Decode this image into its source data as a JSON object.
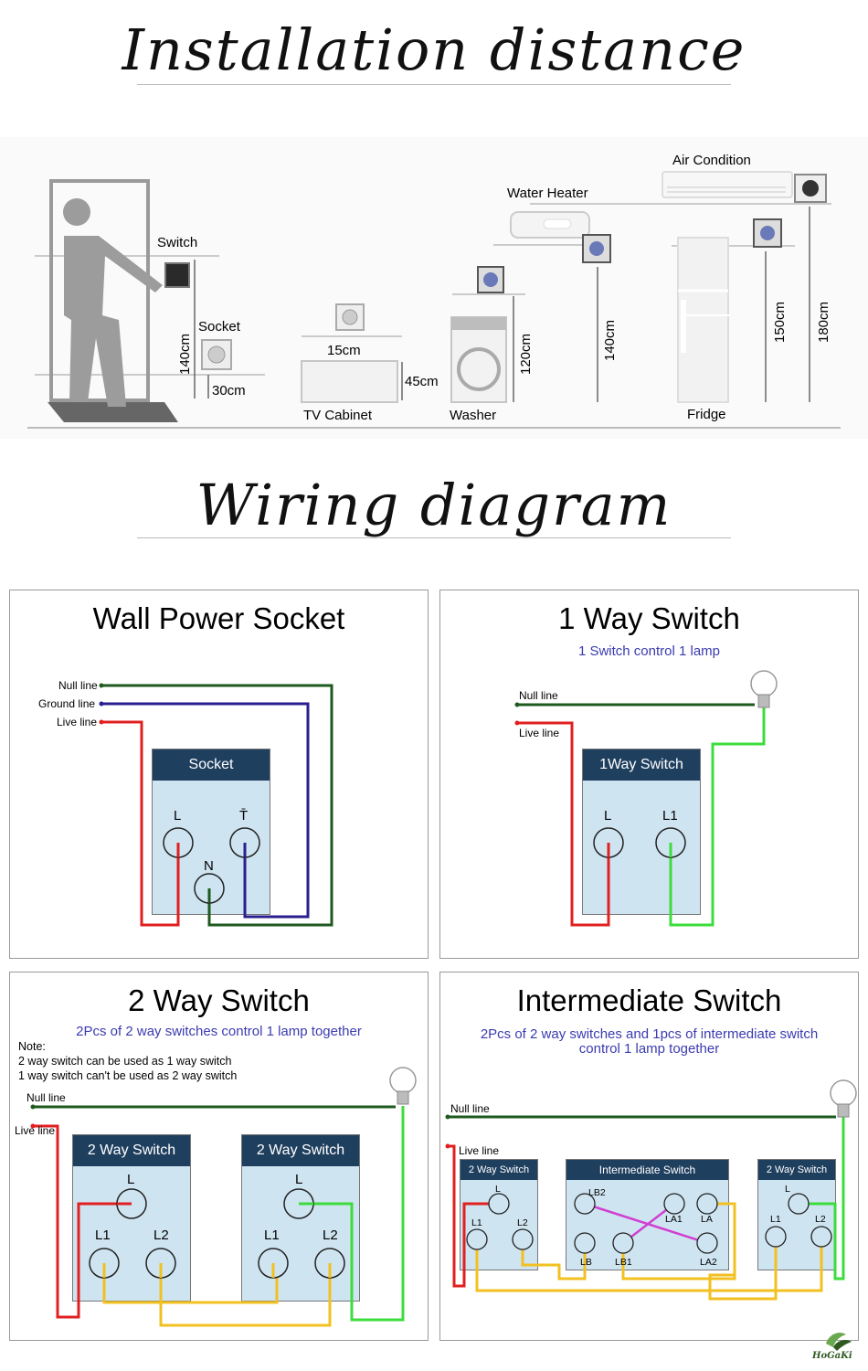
{
  "titles": {
    "installation": "Installation distance",
    "wiring": "Wiring diagram"
  },
  "installation": {
    "switch_label": "Switch",
    "socket_label": "Socket",
    "tv_cabinet": "TV Cabinet",
    "washer": "Washer",
    "water_heater": "Water Heater",
    "fridge": "Fridge",
    "air_condition": "Air Condition",
    "dims": {
      "switch_height": "140cm",
      "socket_height": "30cm",
      "tv_socket_offset": "15cm",
      "tv_cabinet_height": "45cm",
      "washer_height": "120cm",
      "water_heater_height": "140cm",
      "fridge_height": "150cm",
      "air_condition_height": "180cm"
    }
  },
  "panels": {
    "wall_socket": {
      "title": "Wall Power Socket",
      "device": "Socket",
      "wires": {
        "null": "Null line",
        "ground": "Ground line",
        "live": "Live line"
      },
      "terminals": {
        "L": "L",
        "T": "T̄",
        "N": "N"
      }
    },
    "one_way": {
      "title": "1 Way Switch",
      "subtitle": "1 Switch control 1 lamp",
      "device": "1Way Switch",
      "wires": {
        "null": "Null line",
        "live": "Live line"
      },
      "terminals": {
        "L": "L",
        "L1": "L1"
      }
    },
    "two_way": {
      "title": "2 Way Switch",
      "subtitle": "2Pcs of 2 way switches control 1 lamp together",
      "note": [
        "Note:",
        "2 way switch can be used as 1 way switch",
        "1 way switch can't be used as 2 way switch"
      ],
      "device": "2 Way Switch",
      "wires": {
        "null": "Null line",
        "live": "Live line"
      },
      "terminals": {
        "L": "L",
        "L1": "L1",
        "L2": "L2"
      }
    },
    "intermediate": {
      "title": "Intermediate Switch",
      "subtitle": [
        "2Pcs of 2 way switches and 1pcs of intermediate switch",
        "control 1 lamp together"
      ],
      "left_device": "2 Way Switch",
      "mid_device": "Intermediate Switch",
      "right_device": "2 Way Switch",
      "wires": {
        "null": "Null line",
        "live": "Live line"
      },
      "terminals": {
        "L": "L",
        "L1": "L1",
        "L2": "L2",
        "LB2": "LB2",
        "LA1": "LA1",
        "LA": "LA",
        "LB": "LB",
        "LB1": "LB1",
        "LA2": "LA2"
      }
    }
  },
  "logo": "HoGaKi",
  "colors": {
    "null": "#1e5a1e",
    "ground": "#2a1f8f",
    "live": "#e02020",
    "l1": "#3cdc3c",
    "traveler": "#f2c020",
    "cross": "#d040d0",
    "device_head": "#1f3f5f",
    "device_body": "#cfe4f1"
  }
}
